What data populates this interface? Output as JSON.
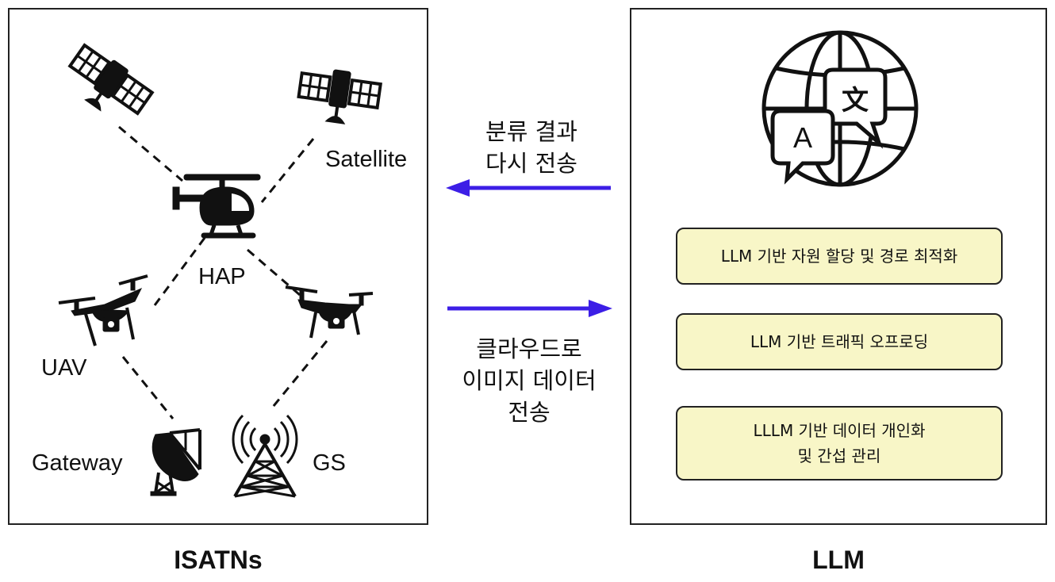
{
  "left_panel": {
    "caption": "ISATNs",
    "nodes": {
      "satellite": "Satellite",
      "hap": "HAP",
      "uav": "UAV",
      "gateway": "Gateway",
      "gs": "GS"
    }
  },
  "right_panel": {
    "caption": "LLM",
    "features": [
      "LLM 기반 자원 할당 및 경로 최적화",
      "LLM 기반 트래픽 오프로딩",
      "LLLM 기반 데이터 개인화\n및 간섭 관리"
    ],
    "icon_glyphs": {
      "latin": "A",
      "hanzi": "文"
    }
  },
  "arrows": {
    "to_isatns": "분류 결과\n다시 전송",
    "to_llm": "클라우드로\n이미지 데이터\n전송"
  },
  "colors": {
    "arrow": "#3c1ee6",
    "feature_fill": "#f8f6c7"
  }
}
